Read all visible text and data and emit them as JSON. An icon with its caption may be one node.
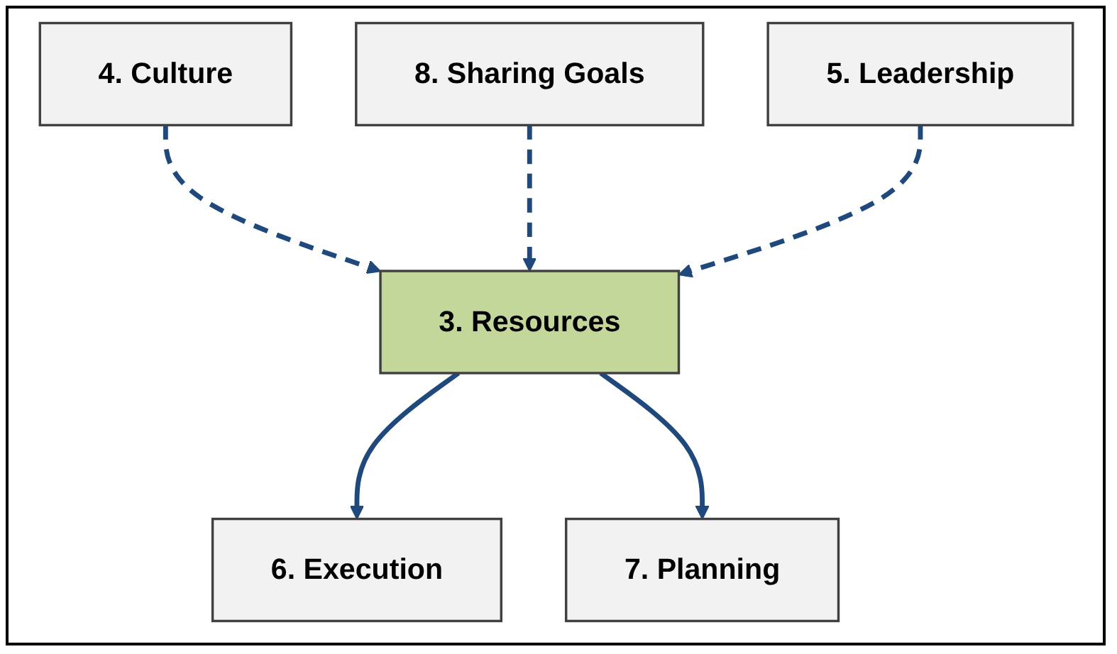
{
  "diagram": {
    "nodes": [
      {
        "text": [
          "4. Culture"
        ]
      },
      {
        "text": [
          "8. Sharing Goals"
        ]
      },
      {
        "text": [
          "5. Leadership"
        ]
      },
      {
        "text": [
          "6. Execution"
        ]
      },
      {
        "text": [
          "7. Planning"
        ]
      },
      {
        "text": [
          "3. Resources"
        ]
      }
    ],
    "edges": [
      {
        "from": 0,
        "to": 5,
        "arrow": "to",
        "style": "dashed"
      },
      {
        "from": 1,
        "to": 5,
        "arrow": "to",
        "style": "dashed"
      },
      {
        "from": 2,
        "to": 5,
        "arrow": "to",
        "style": "dashed"
      },
      {
        "from": 5,
        "to": 3,
        "arrow": "to"
      },
      {
        "from": 5,
        "to": 4,
        "arrow": "to"
      }
    ]
  }
}
